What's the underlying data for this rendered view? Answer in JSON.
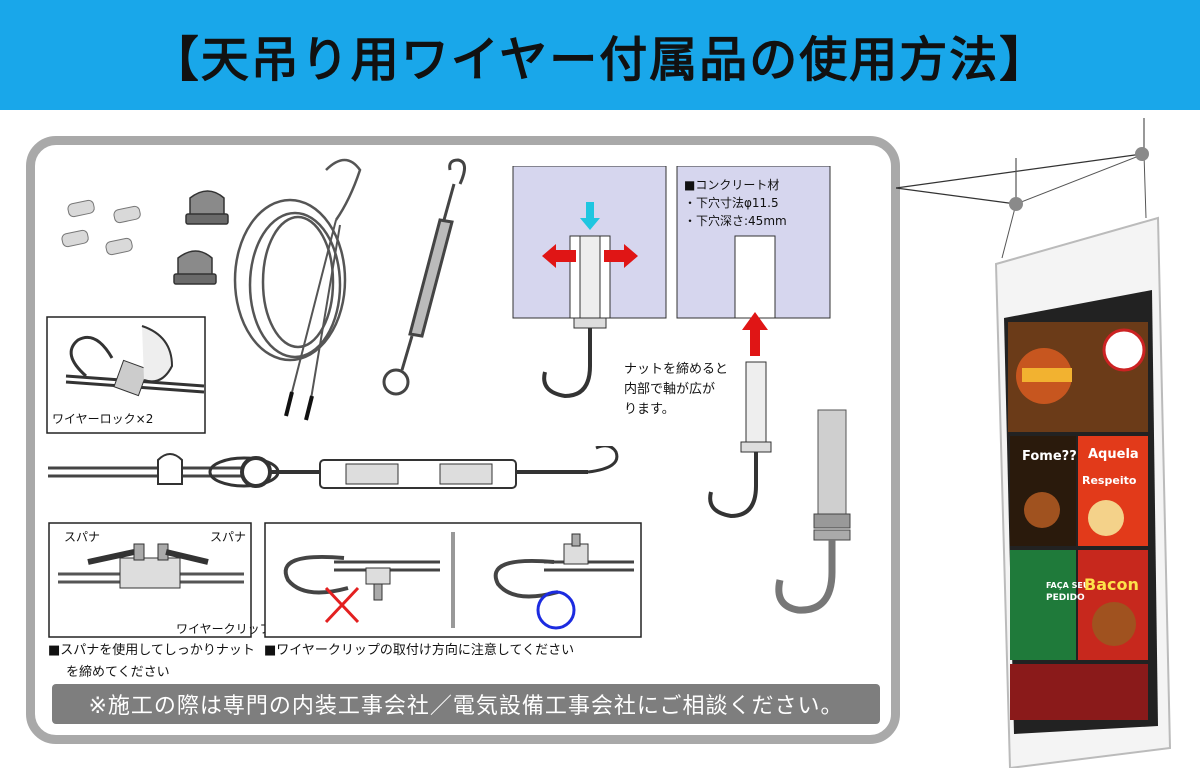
{
  "header": {
    "title": "【天吊り用ワイヤー付属品の使用方法】"
  },
  "parts": {
    "wire_lock_label": "ワイヤーロック×2"
  },
  "concrete": {
    "title": "■コンクリート材",
    "hole_size": "・下穴寸法φ11.5",
    "hole_depth": "・下穴深さ:45mm"
  },
  "anchor_note": {
    "line1": "ナットを締めると",
    "line2": "内部で軸が広が",
    "line3": "ります。"
  },
  "clip_box": {
    "spanner_left": "スパナ",
    "spanner_right": "スパナ",
    "clip_label": "ワイヤークリップ"
  },
  "notes": {
    "spanner_line1": "■スパナを使用してしっかりナット",
    "spanner_line2": "を締めてください",
    "direction": "■ワイヤークリップの取付け方向に注意してください"
  },
  "footer": {
    "text": "※施工の際は専門の内装工事会社／電気設備工事会社にご相談ください。"
  },
  "signage_menu": {
    "tile1_line1": "Fome??",
    "tile2_line1": "Aquela",
    "tile2_line2": "Respeito",
    "tile3_line1": "FAÇA SEU",
    "tile3_line2": "PEDIDO",
    "tile4_line1": "Bacon"
  },
  "colors": {
    "banner": "#19a7ea",
    "cross": "#e32020",
    "circle": "#1c2be0",
    "arrow_red": "#e01515",
    "arrow_cyan": "#1fc6e0"
  }
}
